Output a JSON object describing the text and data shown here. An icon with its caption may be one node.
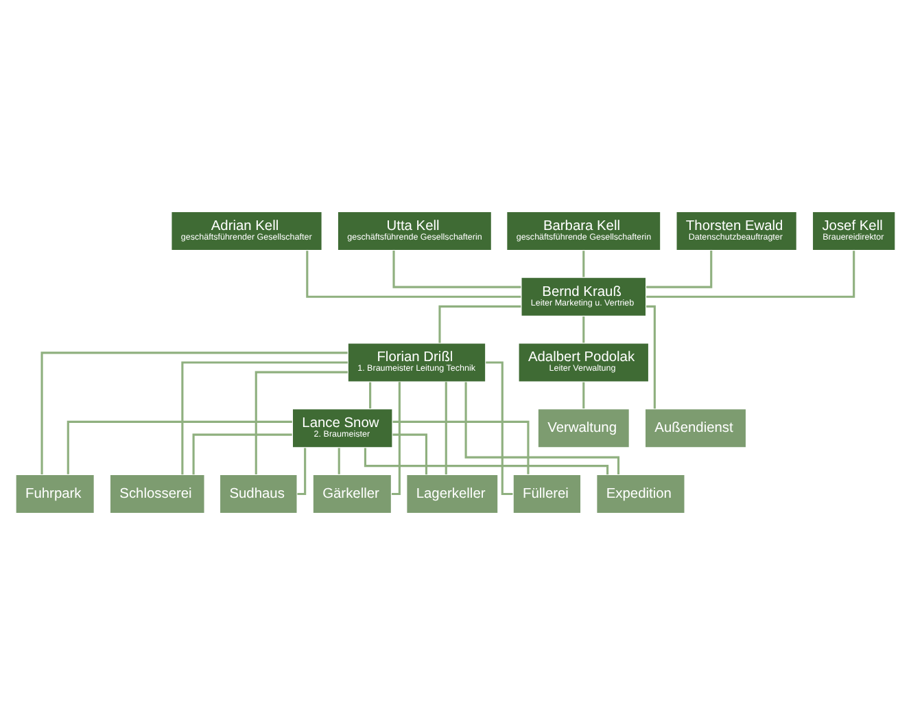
{
  "diagram": {
    "nodes": [
      {
        "text": [
          "Adrian Kell",
          "geschäftsführender Gesellschafter"
        ]
      },
      {
        "text": [
          "Utta Kell",
          "geschäftsführende Gesellschafterin"
        ]
      },
      {
        "text": [
          "Barbara Kell",
          "geschäftsführende Gesellschafterin"
        ]
      },
      {
        "text": [
          "Thorsten Ewald",
          "Datenschutzbeauftragter"
        ]
      },
      {
        "text": [
          "Josef Kell",
          "Brauereidirektor"
        ]
      },
      {
        "text": [
          "Bernd Krauß",
          "Leiter Marketing u. Vertrieb"
        ]
      },
      {
        "text": [
          "Florian Drißl",
          "1. Braumeister Leitung Technik"
        ]
      },
      {
        "text": [
          "Adalbert Podolak",
          "Leiter Verwaltung"
        ]
      },
      {
        "text": [
          "Lance Snow",
          "2. Braumeister"
        ]
      },
      {
        "text": [
          "Außendienst"
        ]
      },
      {
        "text": [
          "Verwaltung"
        ]
      },
      {
        "text": [
          "Schlosserei"
        ]
      },
      {
        "text": [
          "Sudhaus"
        ]
      },
      {
        "text": [
          "Gärkeller"
        ]
      },
      {
        "text": [
          "Lagerkeller"
        ]
      },
      {
        "text": [
          "Füllerei"
        ]
      },
      {
        "text": [
          "Expedition"
        ]
      },
      {
        "text": [
          "Fuhrpark"
        ]
      }
    ],
    "edges": [
      {
        "from": 0,
        "to": 5,
        "arrow": "none"
      },
      {
        "from": 1,
        "to": 5,
        "arrow": "none"
      },
      {
        "from": 2,
        "to": 5,
        "arrow": "none"
      },
      {
        "from": 3,
        "to": 5,
        "arrow": "none"
      },
      {
        "from": 4,
        "to": 5,
        "arrow": "none"
      },
      {
        "from": 5,
        "to": 6,
        "arrow": "none"
      },
      {
        "from": 5,
        "to": 9,
        "arrow": "none"
      },
      {
        "from": 5,
        "to": 7,
        "arrow": "none"
      },
      {
        "from": 6,
        "to": 8,
        "arrow": "none"
      },
      {
        "from": 7,
        "to": 10,
        "arrow": "none"
      },
      {
        "from": 6,
        "to": 11,
        "arrow": "none"
      },
      {
        "from": 6,
        "to": 12,
        "arrow": "none"
      },
      {
        "from": 6,
        "to": 13,
        "arrow": "none"
      },
      {
        "from": 6,
        "to": 14,
        "arrow": "none"
      },
      {
        "from": 6,
        "to": 15,
        "arrow": "none"
      },
      {
        "from": 6,
        "to": 16,
        "arrow": "none"
      },
      {
        "from": 6,
        "to": 17,
        "arrow": "none"
      },
      {
        "from": 8,
        "to": 11,
        "arrow": "none"
      },
      {
        "from": 8,
        "to": 12,
        "arrow": "none"
      },
      {
        "from": 8,
        "to": 13,
        "arrow": "none"
      },
      {
        "from": 8,
        "to": 14,
        "arrow": "none"
      },
      {
        "from": 8,
        "to": 15,
        "arrow": "none"
      },
      {
        "from": 8,
        "to": 16,
        "arrow": "none"
      },
      {
        "from": 8,
        "to": 17,
        "arrow": "none"
      }
    ]
  }
}
